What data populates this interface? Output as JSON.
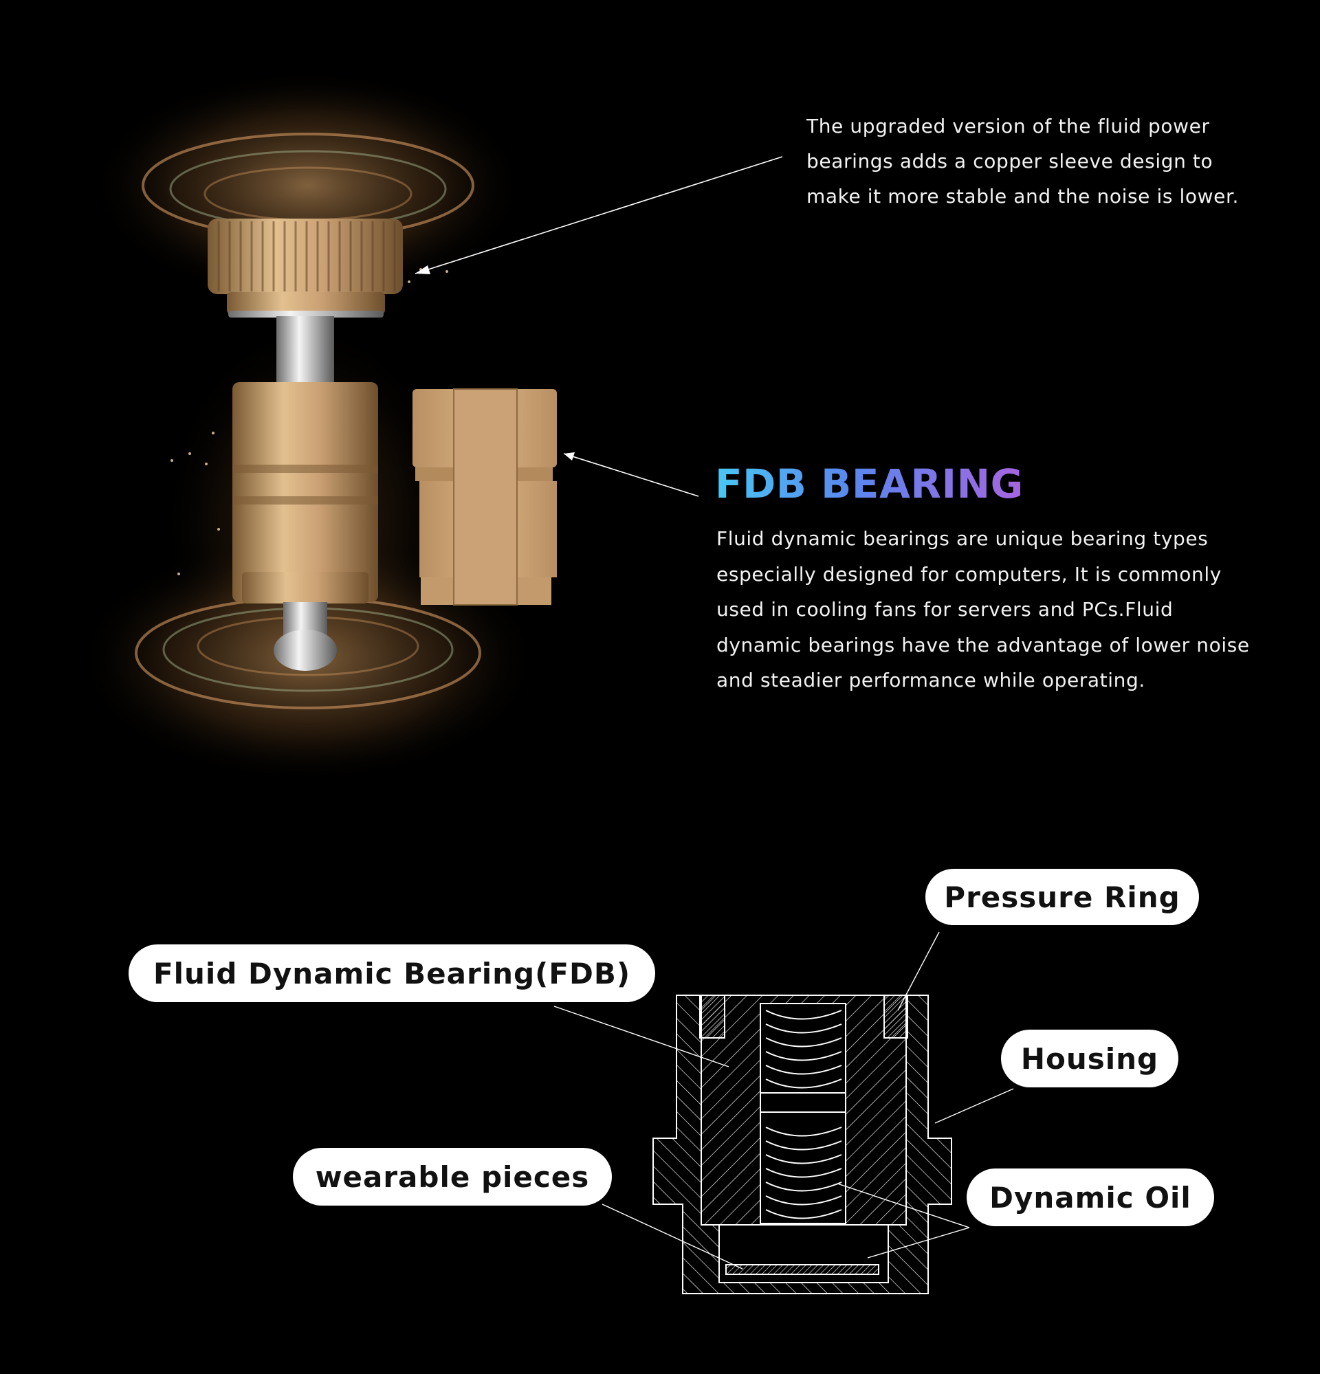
{
  "top_note": {
    "lines": [
      "The upgraded version of the fluid power",
      "bearings adds a copper sleeve design to",
      "make it more stable and the noise is lower."
    ]
  },
  "fdb": {
    "heading": "FDB BEARING",
    "description_lines": [
      "Fluid dynamic bearings are unique bearing types",
      "especially designed for computers, It is commonly",
      "used in cooling fans for servers and PCs.Fluid",
      "dynamic bearings have the advantage of lower noise",
      "and steadier performance while operating."
    ],
    "heading_gradient": [
      "#48c7f5",
      "#5a86ee",
      "#a765e0"
    ]
  },
  "diagram_labels": {
    "pressure_ring": "Pressure Ring",
    "fluid_dynamic_bearing": "Fluid Dynamic Bearing(FDB)",
    "housing": "Housing",
    "wearable_pieces": "wearable pieces",
    "dynamic_oil": "Dynamic Oil"
  },
  "colors": {
    "background": "#000000",
    "copper": "#c9a073",
    "glow": "#e8b070",
    "steel": "#d8d8d8"
  }
}
